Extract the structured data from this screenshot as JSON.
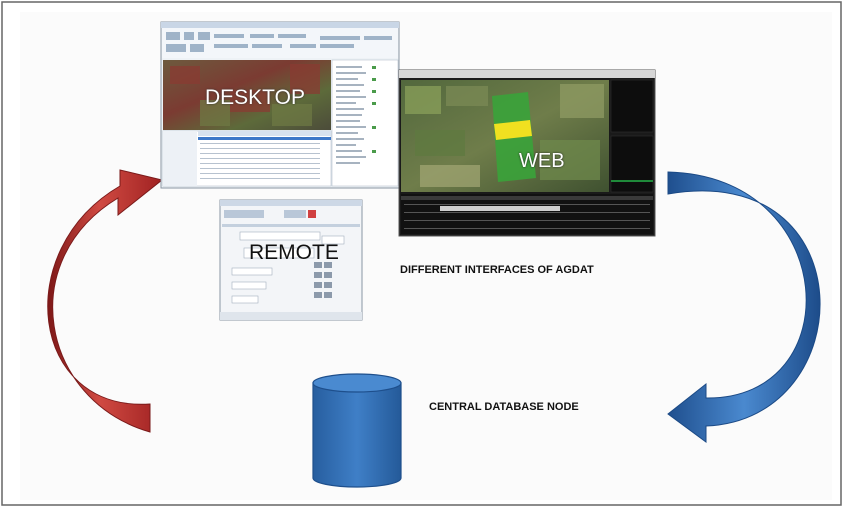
{
  "screens": {
    "desktop": {
      "label": "DESKTOP"
    },
    "web": {
      "label": "WEB"
    },
    "remote": {
      "label": "REMOTE"
    }
  },
  "caption_interfaces": "DIFFERENT INTERFACES OF AGDAT",
  "caption_database": "CENTRAL DATABASE NODE",
  "colors": {
    "red_arrow": "#c0392b",
    "blue_arrow": "#2e6db4",
    "database": "#2f6fb5",
    "frame": "#555555"
  }
}
